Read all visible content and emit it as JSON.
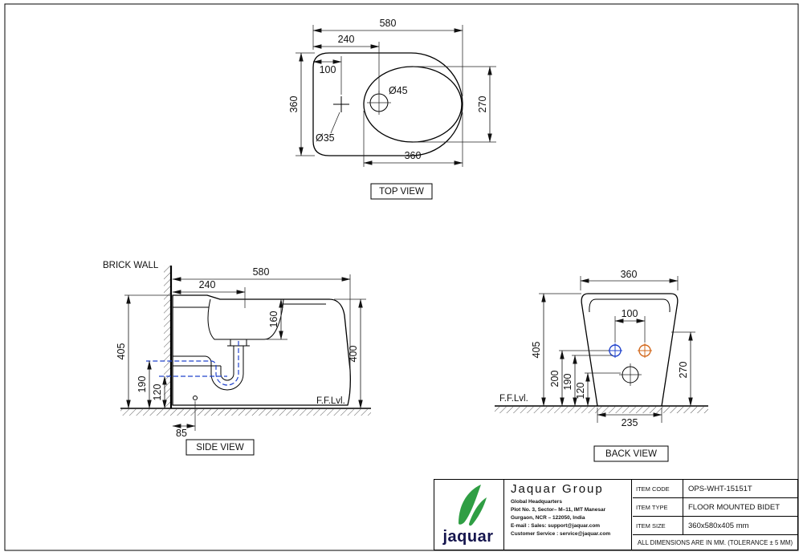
{
  "views": {
    "top": {
      "label": "TOP VIEW",
      "overall_width": "580",
      "jet_offset": "240",
      "tap_offset": "100",
      "overall_depth": "360",
      "bowl_width": "270",
      "bowl_length": "360",
      "jet_diameter": "Ø45",
      "tap_diameter": "Ø35"
    },
    "side": {
      "label": "SIDE VIEW",
      "wall_label": "BRICK WALL",
      "floor_label": "F.F.Lvl.",
      "overall_depth": "580",
      "drain_offset": "240",
      "bowl_depth": "160",
      "front_height": "400",
      "overall_height": "405",
      "waste_height": "190",
      "trap_height": "120",
      "drain_wall_offset": "85"
    },
    "back": {
      "label": "BACK VIEW",
      "floor_label": "F.F.Lvl.",
      "overall_width": "360",
      "inlet_spacing": "100",
      "overall_height": "405",
      "rim_height": "270",
      "inlet_height": "200",
      "spout_height": "190",
      "drain_height": "120",
      "base_width": "235"
    }
  },
  "title_block": {
    "brand": "jaquar",
    "company": "Jaquar Group",
    "address_lines": [
      "Global Headquarters",
      "Plot No. 3, Sector– M–11, IMT Manesar",
      "Gurgaon, NCR – 122050, India",
      "E-mail : Sales: support@jaquar.com",
      "Customer Service : service@jaquar.com"
    ],
    "items": [
      {
        "label": "ITEM CODE",
        "value": "OPS-WHT-15151T"
      },
      {
        "label": "ITEM TYPE",
        "value": "FLOOR MOUNTED BIDET"
      },
      {
        "label": "ITEM SIZE",
        "value": "360x580x405 mm"
      }
    ],
    "note": "ALL DIMENSIONS ARE IN MM. (TOLERANCE ± 5 MM)"
  },
  "colors": {
    "line": "#000000",
    "dim_text": "#111111",
    "pipe_centerline": "#2244cc",
    "inlet_cold": "#2244cc",
    "inlet_hot": "#d2691e",
    "brand_green": "#2f9e44",
    "brand_text": "#15154e"
  }
}
